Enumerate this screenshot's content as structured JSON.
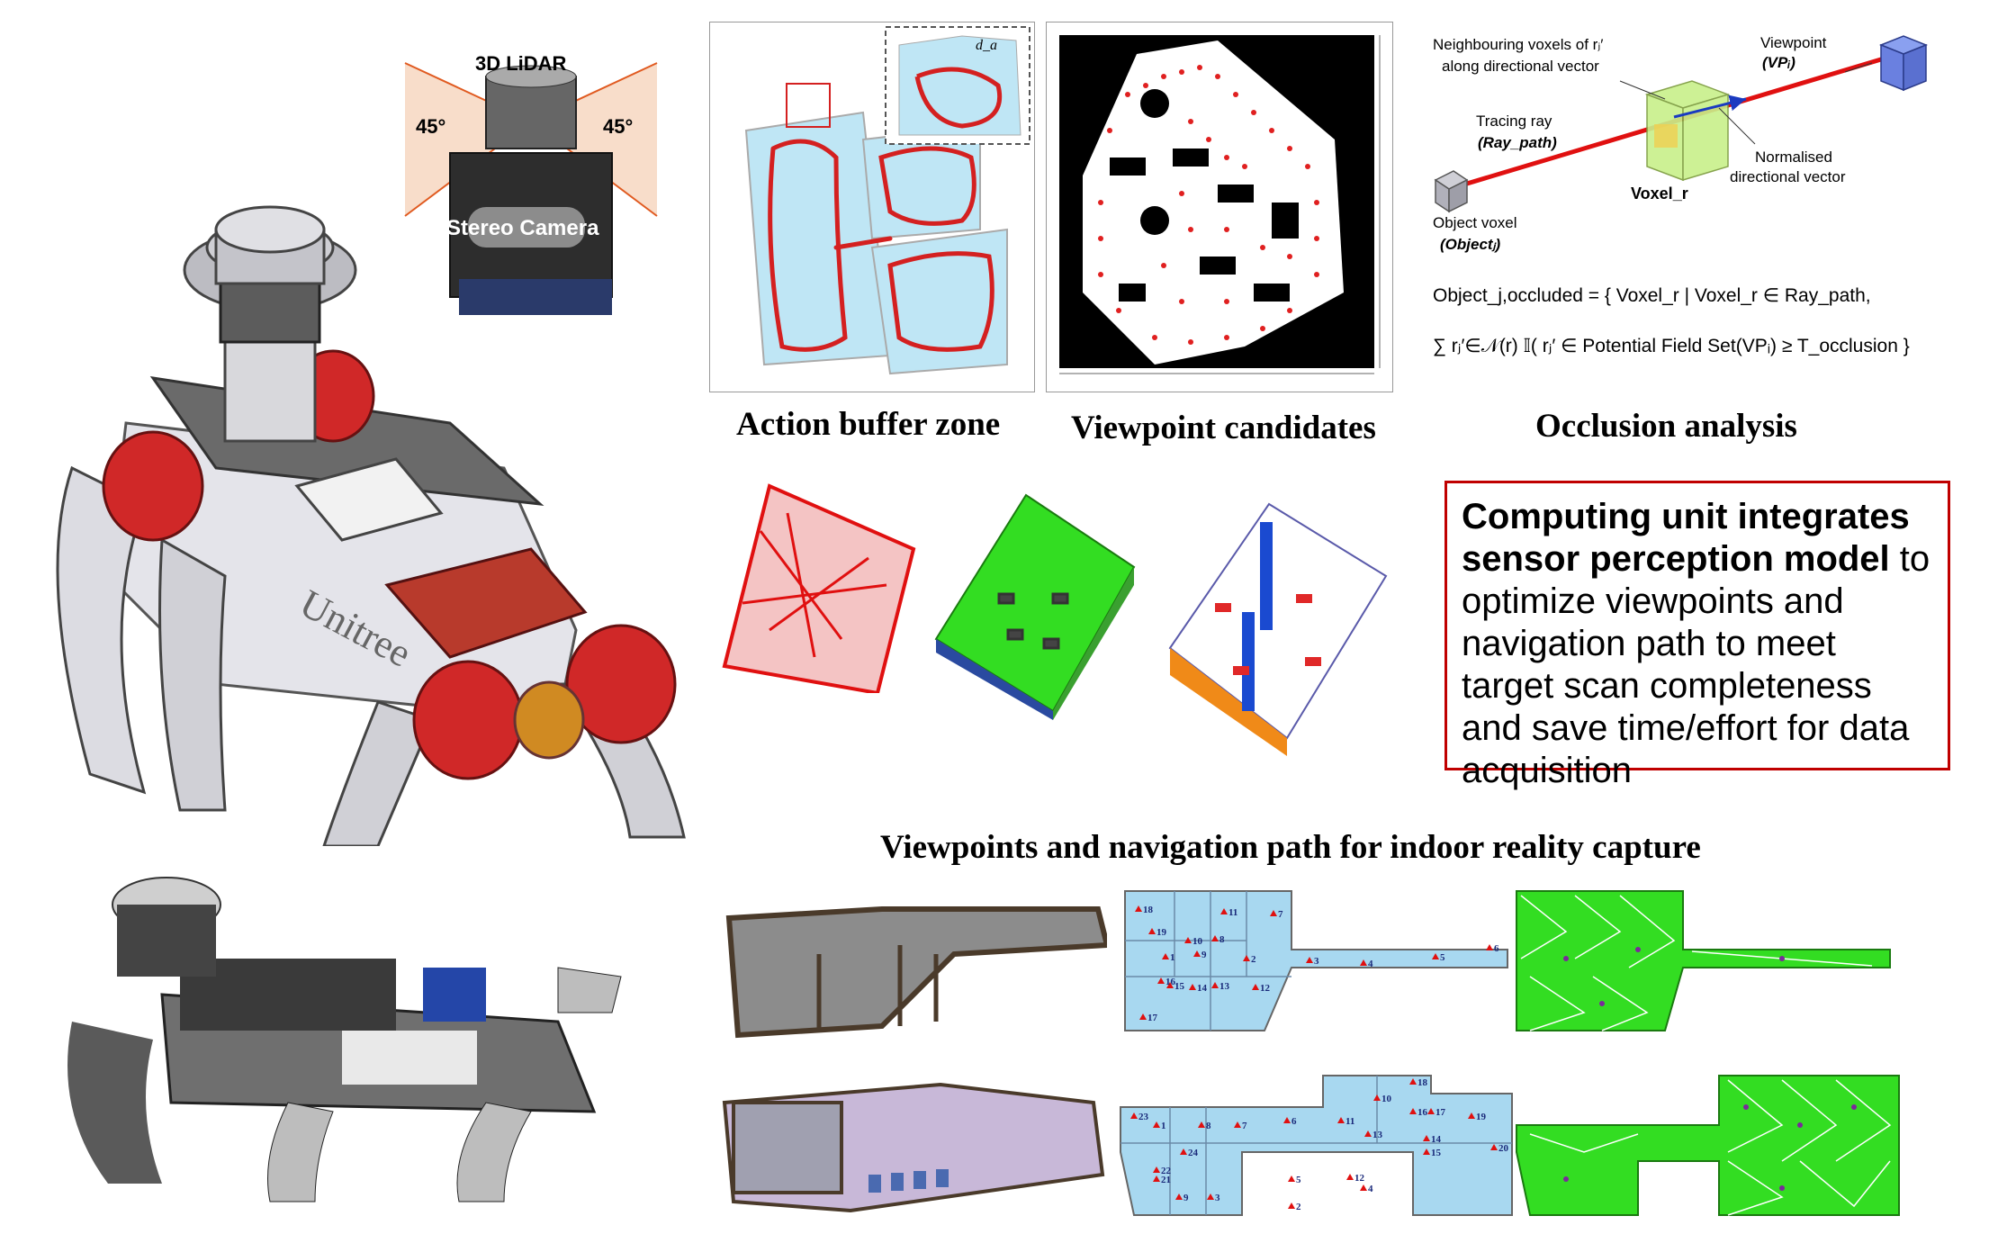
{
  "robot": {
    "lidar_label": "3D LiDAR",
    "angle_left": "45°",
    "angle_right": "45°",
    "camera_label": "Stereo Camera",
    "brand": "Unitree"
  },
  "captions": {
    "action_buffer": "Action buffer zone",
    "viewpoint_candidates": "Viewpoint candidates",
    "occlusion_analysis": "Occlusion analysis",
    "viewpoints_nav": "Viewpoints and navigation path for indoor reality capture"
  },
  "occlusion": {
    "neighbouring_label_1": "Neighbouring voxels of rⱼ′",
    "neighbouring_label_2": "along directional vector",
    "viewpoint_label": "Viewpoint",
    "viewpoint_symbol": "(VPᵢ)",
    "tracing_ray_label": "Tracing ray",
    "tracing_ray_symbol": "(Ray_path)",
    "normalised_1": "Normalised",
    "normalised_2": "directional vector",
    "voxel_label": "Voxel_r",
    "object_voxel_1": "Object voxel",
    "object_voxel_2": "(Objectⱼ)",
    "formula_line1": "Object_j,occluded = { Voxel_r | Voxel_r ∈ Ray_path,",
    "formula_line2": "∑ rⱼ′∈𝒩(r) 𝕀( rⱼ′ ∈ Potential Field Set(VPᵢ) ≥ T_occlusion }"
  },
  "buffer_zone": {
    "d_label": "d_a"
  },
  "computing": {
    "bold_part": "Computing unit integrates sensor perception model",
    "rest": " to optimize viewpoints and navigation path to meet target scan completeness and save time/effort for data acquisition"
  },
  "floor1_viewpoints": [
    "18",
    "11",
    "7",
    "19",
    "10",
    "8",
    "9",
    "1",
    "2",
    "3",
    "4",
    "5",
    "6",
    "16",
    "15",
    "14",
    "13",
    "12",
    "17"
  ],
  "floor2_viewpoints": [
    "18",
    "10",
    "16",
    "17",
    "19",
    "20",
    "23",
    "1",
    "8",
    "7",
    "6",
    "11",
    "13",
    "14",
    "15",
    "24",
    "22",
    "21",
    "9",
    "3",
    "5",
    "12",
    "4",
    "2"
  ],
  "colors": {
    "accent_red": "#c00000",
    "buffer_blue": "#bfe6f5",
    "path_red": "#d42020",
    "green": "#33dd22",
    "floor_blue": "#a8d8f0"
  }
}
